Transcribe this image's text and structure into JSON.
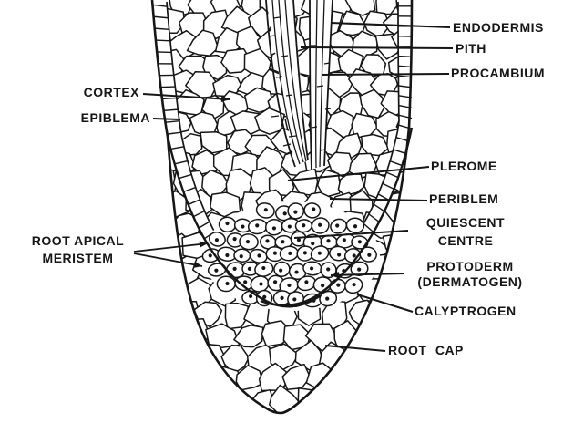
{
  "colors": {
    "ink": "#161616",
    "paper": "#ffffff"
  },
  "labels": {
    "endodermis": {
      "text": "ENDODERMIS"
    },
    "pith": {
      "text": "PITH"
    },
    "procambium": {
      "text": "PROCAMBIUM"
    },
    "cortex": {
      "text": "CORTEX"
    },
    "epiblema": {
      "text": "EPIBLEMA"
    },
    "plerome": {
      "text": "PLEROME"
    },
    "periblem": {
      "text": "PERIBLEM"
    },
    "quiescent_centre": {
      "text": "QUIESCENT CENTRE"
    },
    "root_apical_meristem": {
      "text": "ROOT APICAL MERISTEM"
    },
    "protoderm": {
      "text": "PROTODERM (DERMATOGEN)"
    },
    "calyptrogen": {
      "text": "CALYPTROGEN"
    },
    "root_cap": {
      "text": "ROOT CAP"
    }
  }
}
